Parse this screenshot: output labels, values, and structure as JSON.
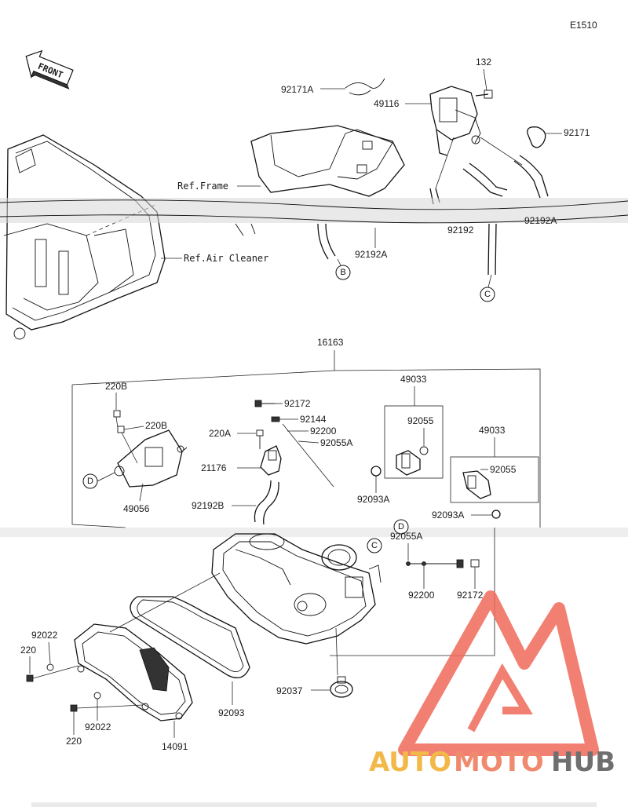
{
  "diagram": {
    "code": "E1510",
    "front_label": "FRONT",
    "refs": {
      "frame": "Ref.Frame",
      "air_cleaner": "Ref.Air Cleaner"
    },
    "connectors": {
      "b": "B",
      "c": "C",
      "d": "D"
    },
    "labels": {
      "p132": "132",
      "p92171a": "92171A",
      "p49116": "49116",
      "p92171": "92171",
      "p92192": "92192",
      "p92192a_top": "92192A",
      "p92192a_right": "92192A",
      "p16163": "16163",
      "p49033_a": "49033",
      "p49033_b": "49033",
      "p220b_a": "220B",
      "p220b_b": "220B",
      "p92172_a": "92172",
      "p92144": "92144",
      "p220a": "220A",
      "p92200_a": "92200",
      "p92055a_a": "92055A",
      "p92055_a": "92055",
      "p92055_b": "92055",
      "p21176": "21176",
      "p92192b": "92192B",
      "p92093a_a": "92093A",
      "p92093a_b": "92093A",
      "p49056": "49056",
      "p92055a_b": "92055A",
      "p92200_b": "92200",
      "p92172_b": "92172",
      "p92022_a": "92022",
      "p220_a": "220",
      "p92022_b": "92022",
      "p220_b": "220",
      "p14091": "14091",
      "p92093": "92093",
      "p92037": "92037"
    }
  },
  "watermark": {
    "auto": "AUTO",
    "moto": "MOTO",
    "hub": "HUB",
    "colors": {
      "auto": "#f2b94a",
      "moto": "#f08a6e",
      "hub": "#6f6f6f",
      "logo": "#f06a5a"
    }
  }
}
